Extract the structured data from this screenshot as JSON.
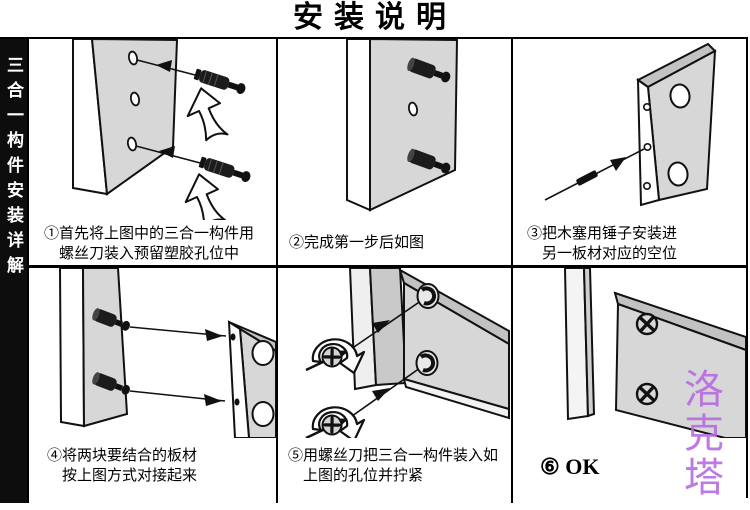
{
  "title": "安装说明",
  "sidebar": {
    "label": "三合一构件安装详解"
  },
  "steps": [
    {
      "line1": "①首先将上图中的三合一构件用",
      "line2": "螺丝刀装入预留塑胶孔位中"
    },
    {
      "line1": "②完成第一步后如图",
      "line2": ""
    },
    {
      "line1": "③把木塞用锤子安装进",
      "line2": "另一板材对应的空位"
    },
    {
      "line1": "④将两块要结合的板材",
      "line2": "按上图方式对接起来"
    },
    {
      "line1": "⑤用螺丝刀把三合一构件装入如",
      "line2": "上图的孔位并拧紧"
    },
    {
      "line1": "⑥ OK",
      "line2": ""
    }
  ],
  "watermark": {
    "text": "洛克塔",
    "color": "#b76ce2"
  },
  "colors": {
    "background": "#ffffff",
    "line": "#111111",
    "sidebar_bg": "#0d0d0d",
    "sidebar_text": "#ffffff",
    "board_face": "#d7d7d7",
    "board_top_edge": "#c2c2c2",
    "title_text": "#000000"
  }
}
